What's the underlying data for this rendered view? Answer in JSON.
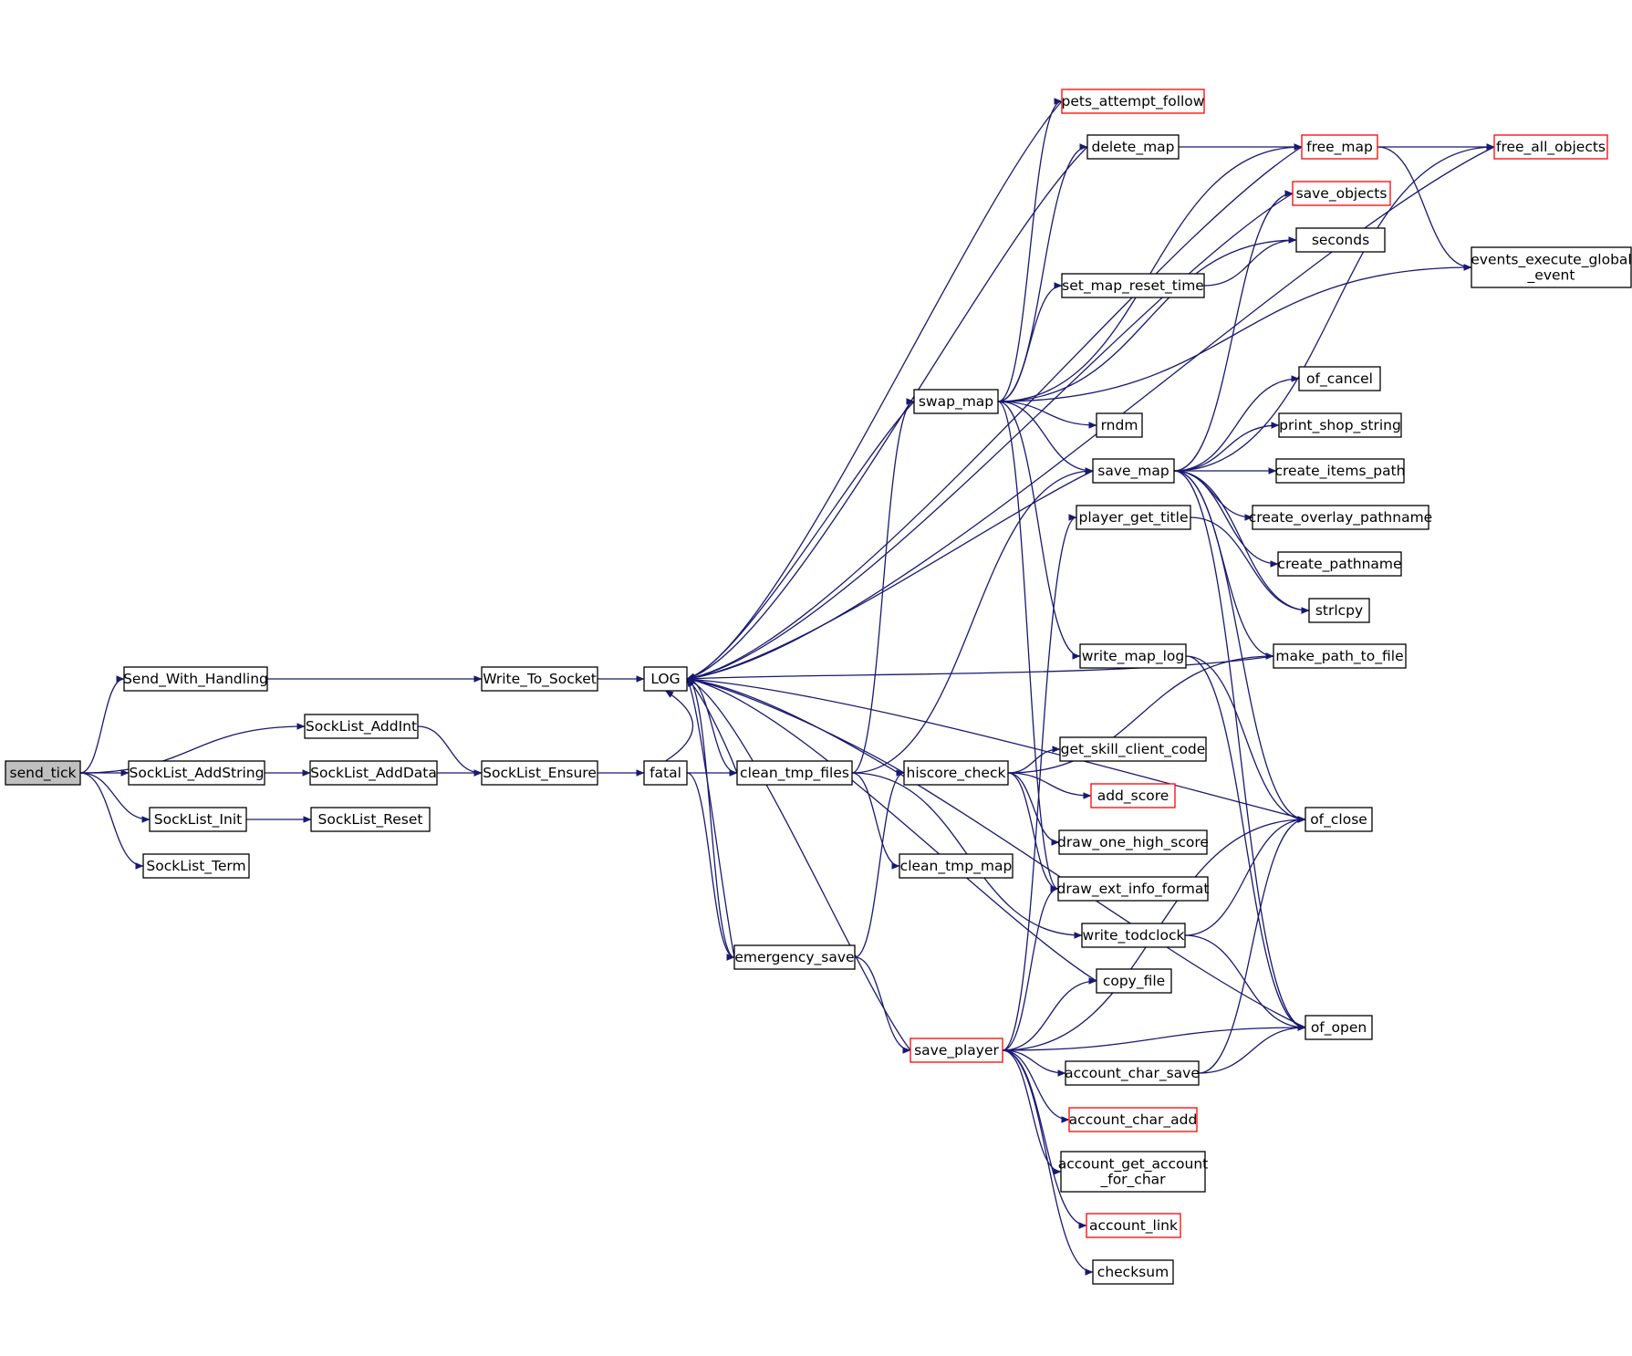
{
  "colors": {
    "edge": "#191970",
    "root_fill": "#bfbfbf",
    "node_fill": "#ffffff",
    "node_border": "#000000",
    "link_border": "#ff0000"
  },
  "nodes": [
    {
      "id": "send_tick",
      "label": [
        "send_tick"
      ],
      "root": true
    },
    {
      "id": "Send_With_Handling",
      "label": [
        "Send_With_Handling"
      ]
    },
    {
      "id": "SockList_AddInt",
      "label": [
        "SockList_AddInt"
      ]
    },
    {
      "id": "SockList_AddString",
      "label": [
        "SockList_AddString"
      ]
    },
    {
      "id": "SockList_Init",
      "label": [
        "SockList_Init"
      ]
    },
    {
      "id": "SockList_Term",
      "label": [
        "SockList_Term"
      ]
    },
    {
      "id": "Write_To_Socket",
      "label": [
        "Write_To_Socket"
      ]
    },
    {
      "id": "SockList_AddData",
      "label": [
        "SockList_AddData"
      ]
    },
    {
      "id": "SockList_Reset",
      "label": [
        "SockList_Reset"
      ]
    },
    {
      "id": "SockList_Ensure",
      "label": [
        "SockList_Ensure"
      ]
    },
    {
      "id": "LOG",
      "label": [
        "LOG"
      ]
    },
    {
      "id": "fatal",
      "label": [
        "fatal"
      ]
    },
    {
      "id": "clean_tmp_files",
      "label": [
        "clean_tmp_files"
      ]
    },
    {
      "id": "emergency_save",
      "label": [
        "emergency_save"
      ]
    },
    {
      "id": "swap_map",
      "label": [
        "swap_map"
      ]
    },
    {
      "id": "hiscore_check",
      "label": [
        "hiscore_check"
      ]
    },
    {
      "id": "clean_tmp_map",
      "label": [
        "clean_tmp_map"
      ]
    },
    {
      "id": "save_player",
      "label": [
        "save_player"
      ],
      "red": true
    },
    {
      "id": "pets_attempt_follow",
      "label": [
        "pets_attempt_follow"
      ],
      "red": true
    },
    {
      "id": "delete_map",
      "label": [
        "delete_map"
      ]
    },
    {
      "id": "set_map_reset_time",
      "label": [
        "set_map_reset_time"
      ]
    },
    {
      "id": "rndm",
      "label": [
        "rndm"
      ]
    },
    {
      "id": "save_map",
      "label": [
        "save_map"
      ]
    },
    {
      "id": "player_get_title",
      "label": [
        "player_get_title"
      ]
    },
    {
      "id": "write_map_log",
      "label": [
        "write_map_log"
      ]
    },
    {
      "id": "get_skill_client_code",
      "label": [
        "get_skill_client_code"
      ]
    },
    {
      "id": "add_score",
      "label": [
        "add_score"
      ],
      "red": true
    },
    {
      "id": "draw_one_high_score",
      "label": [
        "draw_one_high_score"
      ]
    },
    {
      "id": "draw_ext_info_format",
      "label": [
        "draw_ext_info_format"
      ]
    },
    {
      "id": "write_todclock",
      "label": [
        "write_todclock"
      ]
    },
    {
      "id": "copy_file",
      "label": [
        "copy_file"
      ]
    },
    {
      "id": "account_char_save",
      "label": [
        "account_char_save"
      ]
    },
    {
      "id": "account_char_add",
      "label": [
        "account_char_add"
      ],
      "red": true
    },
    {
      "id": "account_get_account_for_char",
      "label": [
        "account_get_account",
        "_for_char"
      ]
    },
    {
      "id": "account_link",
      "label": [
        "account_link"
      ],
      "red": true
    },
    {
      "id": "checksum",
      "label": [
        "checksum"
      ]
    },
    {
      "id": "free_map",
      "label": [
        "free_map"
      ],
      "red": true
    },
    {
      "id": "save_objects",
      "label": [
        "save_objects"
      ],
      "red": true
    },
    {
      "id": "seconds",
      "label": [
        "seconds"
      ]
    },
    {
      "id": "of_cancel",
      "label": [
        "of_cancel"
      ]
    },
    {
      "id": "print_shop_string",
      "label": [
        "print_shop_string"
      ]
    },
    {
      "id": "create_items_path",
      "label": [
        "create_items_path"
      ]
    },
    {
      "id": "create_overlay_pathname",
      "label": [
        "create_overlay_pathname"
      ]
    },
    {
      "id": "create_pathname",
      "label": [
        "create_pathname"
      ]
    },
    {
      "id": "strlcpy",
      "label": [
        "strlcpy"
      ]
    },
    {
      "id": "make_path_to_file",
      "label": [
        "make_path_to_file"
      ]
    },
    {
      "id": "of_close",
      "label": [
        "of_close"
      ]
    },
    {
      "id": "of_open",
      "label": [
        "of_open"
      ]
    },
    {
      "id": "free_all_objects",
      "label": [
        "free_all_objects"
      ],
      "red": true
    },
    {
      "id": "events_execute_global_event",
      "label": [
        "events_execute_global",
        "_event"
      ]
    }
  ],
  "edges": [
    {
      "from": "send_tick",
      "to": "Send_With_Handling"
    },
    {
      "from": "send_tick",
      "to": "SockList_AddInt"
    },
    {
      "from": "send_tick",
      "to": "SockList_AddString"
    },
    {
      "from": "send_tick",
      "to": "SockList_Init"
    },
    {
      "from": "send_tick",
      "to": "SockList_Term"
    },
    {
      "from": "Send_With_Handling",
      "to": "Write_To_Socket"
    },
    {
      "from": "Write_To_Socket",
      "to": "LOG"
    },
    {
      "from": "SockList_AddInt",
      "to": "SockList_Ensure"
    },
    {
      "from": "SockList_AddString",
      "to": "SockList_AddData"
    },
    {
      "from": "SockList_AddData",
      "to": "SockList_Ensure"
    },
    {
      "from": "SockList_Init",
      "to": "SockList_Reset"
    },
    {
      "from": "SockList_Ensure",
      "to": "fatal"
    },
    {
      "from": "fatal",
      "to": "LOG"
    },
    {
      "from": "fatal",
      "to": "clean_tmp_files"
    },
    {
      "from": "fatal",
      "to": "emergency_save"
    },
    {
      "from": "LOG",
      "to": "clean_tmp_files"
    },
    {
      "from": "LOG",
      "to": "emergency_save"
    },
    {
      "from": "clean_tmp_files",
      "to": "LOG"
    },
    {
      "from": "clean_tmp_files",
      "to": "swap_map"
    },
    {
      "from": "clean_tmp_files",
      "to": "save_map"
    },
    {
      "from": "clean_tmp_files",
      "to": "clean_tmp_map"
    },
    {
      "from": "clean_tmp_files",
      "to": "write_todclock"
    },
    {
      "from": "emergency_save",
      "to": "LOG"
    },
    {
      "from": "emergency_save",
      "to": "hiscore_check"
    },
    {
      "from": "emergency_save",
      "to": "save_player"
    },
    {
      "from": "swap_map",
      "to": "LOG"
    },
    {
      "from": "swap_map",
      "to": "pets_attempt_follow"
    },
    {
      "from": "swap_map",
      "to": "delete_map"
    },
    {
      "from": "swap_map",
      "to": "free_map"
    },
    {
      "from": "swap_map",
      "to": "set_map_reset_time"
    },
    {
      "from": "swap_map",
      "to": "seconds"
    },
    {
      "from": "swap_map",
      "to": "events_execute_global_event"
    },
    {
      "from": "swap_map",
      "to": "rndm"
    },
    {
      "from": "swap_map",
      "to": "save_map"
    },
    {
      "from": "swap_map",
      "to": "write_map_log"
    },
    {
      "from": "swap_map",
      "to": "draw_ext_info_format"
    },
    {
      "from": "pets_attempt_follow",
      "to": "LOG"
    },
    {
      "from": "delete_map",
      "to": "LOG"
    },
    {
      "from": "delete_map",
      "to": "free_map"
    },
    {
      "from": "free_map",
      "to": "LOG"
    },
    {
      "from": "free_map",
      "to": "free_all_objects"
    },
    {
      "from": "free_map",
      "to": "events_execute_global_event"
    },
    {
      "from": "free_all_objects",
      "to": "LOG"
    },
    {
      "from": "save_objects",
      "to": "LOG"
    },
    {
      "from": "set_map_reset_time",
      "to": "seconds"
    },
    {
      "from": "save_map",
      "to": "LOG"
    },
    {
      "from": "save_map",
      "to": "save_objects"
    },
    {
      "from": "save_map",
      "to": "free_all_objects"
    },
    {
      "from": "save_map",
      "to": "of_cancel"
    },
    {
      "from": "save_map",
      "to": "print_shop_string"
    },
    {
      "from": "save_map",
      "to": "create_items_path"
    },
    {
      "from": "save_map",
      "to": "create_overlay_pathname"
    },
    {
      "from": "save_map",
      "to": "create_pathname"
    },
    {
      "from": "save_map",
      "to": "strlcpy"
    },
    {
      "from": "save_map",
      "to": "make_path_to_file"
    },
    {
      "from": "save_map",
      "to": "of_close"
    },
    {
      "from": "save_map",
      "to": "of_open"
    },
    {
      "from": "player_get_title",
      "to": "strlcpy"
    },
    {
      "from": "make_path_to_file",
      "to": "LOG"
    },
    {
      "from": "of_close",
      "to": "LOG"
    },
    {
      "from": "of_open",
      "to": "LOG"
    },
    {
      "from": "write_map_log",
      "to": "of_close"
    },
    {
      "from": "write_map_log",
      "to": "of_open"
    },
    {
      "from": "hiscore_check",
      "to": "LOG"
    },
    {
      "from": "hiscore_check",
      "to": "make_path_to_file"
    },
    {
      "from": "hiscore_check",
      "to": "get_skill_client_code"
    },
    {
      "from": "hiscore_check",
      "to": "add_score"
    },
    {
      "from": "hiscore_check",
      "to": "draw_one_high_score"
    },
    {
      "from": "hiscore_check",
      "to": "draw_ext_info_format"
    },
    {
      "from": "write_todclock",
      "to": "of_close"
    },
    {
      "from": "write_todclock",
      "to": "of_open"
    },
    {
      "from": "copy_file",
      "to": "LOG"
    },
    {
      "from": "save_player",
      "to": "LOG"
    },
    {
      "from": "save_player",
      "to": "player_get_title"
    },
    {
      "from": "save_player",
      "to": "draw_ext_info_format"
    },
    {
      "from": "save_player",
      "to": "copy_file"
    },
    {
      "from": "save_player",
      "to": "of_close"
    },
    {
      "from": "save_player",
      "to": "of_open"
    },
    {
      "from": "save_player",
      "to": "account_char_save"
    },
    {
      "from": "save_player",
      "to": "account_char_add"
    },
    {
      "from": "save_player",
      "to": "account_get_account_for_char"
    },
    {
      "from": "save_player",
      "to": "account_link"
    },
    {
      "from": "save_player",
      "to": "checksum"
    },
    {
      "from": "account_char_save",
      "to": "of_close"
    },
    {
      "from": "account_char_save",
      "to": "of_open"
    }
  ]
}
